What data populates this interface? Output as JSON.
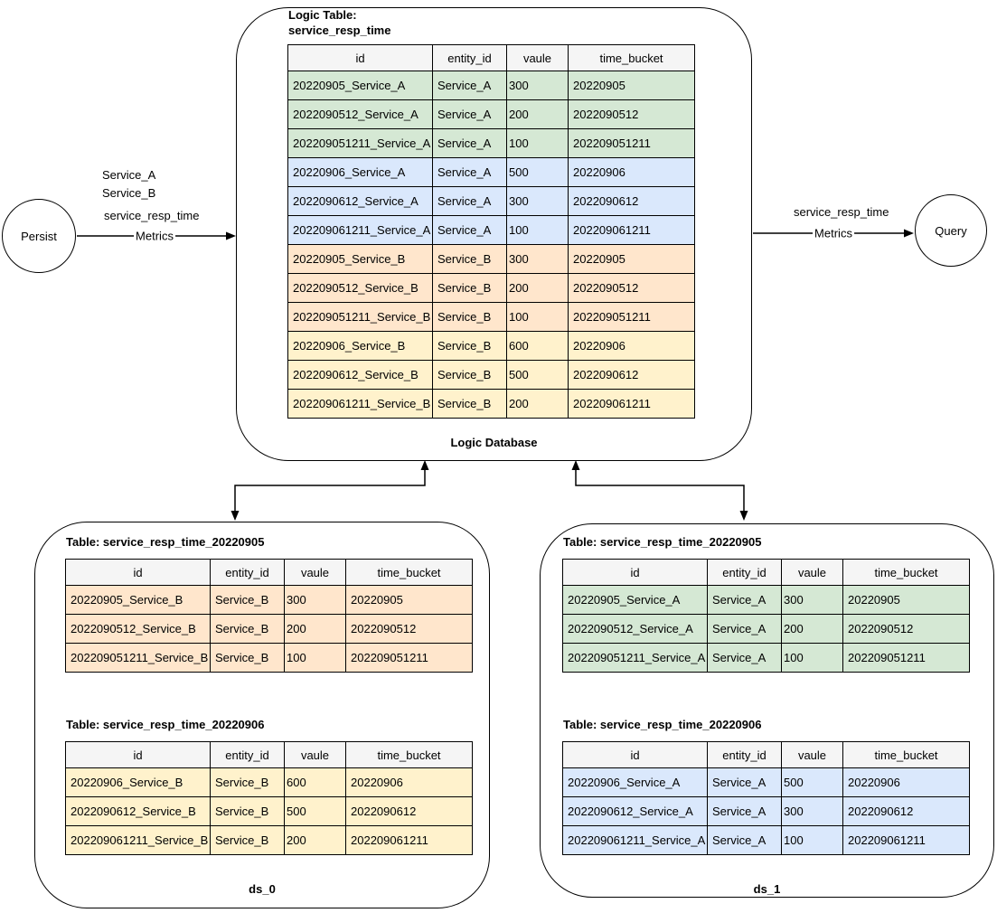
{
  "colors": {
    "green": "#d5e8d4",
    "blue": "#dae8fc",
    "orange": "#ffe6cc",
    "yellow": "#fff2cc",
    "header_bg": "#f5f5f5",
    "border": "#000000",
    "background": "#ffffff"
  },
  "persist": {
    "label": "Persist"
  },
  "query": {
    "label": "Query"
  },
  "left_flow": {
    "services_line1": "Service_A",
    "services_line2": "Service_B",
    "metric_name": "service_resp_time",
    "arrow_label": "Metrics"
  },
  "right_flow": {
    "metric_name": "service_resp_time",
    "arrow_label": "Metrics"
  },
  "logic_db": {
    "heading_line1": "Logic Table:",
    "heading_line2": "service_resp_time",
    "caption": "Logic Database",
    "table": {
      "headers": [
        "id",
        "entity_id",
        "vaule",
        "time_bucket"
      ],
      "rows": [
        {
          "color": "green",
          "cells": [
            "20220905_Service_A",
            "Service_A",
            "300",
            "20220905"
          ]
        },
        {
          "color": "green",
          "cells": [
            "2022090512_Service_A",
            "Service_A",
            "200",
            "2022090512"
          ]
        },
        {
          "color": "green",
          "cells": [
            "202209051211_Service_A",
            "Service_A",
            "100",
            "202209051211"
          ]
        },
        {
          "color": "blue",
          "cells": [
            "20220906_Service_A",
            "Service_A",
            "500",
            "20220906"
          ]
        },
        {
          "color": "blue",
          "cells": [
            "2022090612_Service_A",
            "Service_A",
            "300",
            "2022090612"
          ]
        },
        {
          "color": "blue",
          "cells": [
            "202209061211_Service_A",
            "Service_A",
            "100",
            "202209061211"
          ]
        },
        {
          "color": "orange",
          "cells": [
            "20220905_Service_B",
            "Service_B",
            "300",
            "20220905"
          ]
        },
        {
          "color": "orange",
          "cells": [
            "2022090512_Service_B",
            "Service_B",
            "200",
            "2022090512"
          ]
        },
        {
          "color": "orange",
          "cells": [
            "202209051211_Service_B",
            "Service_B",
            "100",
            "202209051211"
          ]
        },
        {
          "color": "yellow",
          "cells": [
            "20220906_Service_B",
            "Service_B",
            "600",
            "20220906"
          ]
        },
        {
          "color": "yellow",
          "cells": [
            "2022090612_Service_B",
            "Service_B",
            "500",
            "2022090612"
          ]
        },
        {
          "color": "yellow",
          "cells": [
            "202209061211_Service_B",
            "Service_B",
            "200",
            "202209061211"
          ]
        }
      ]
    }
  },
  "ds_0": {
    "caption": "ds_0",
    "tables": [
      {
        "title": "Table: service_resp_time_20220905",
        "headers": [
          "id",
          "entity_id",
          "vaule",
          "time_bucket"
        ],
        "rows": [
          {
            "color": "orange",
            "cells": [
              "20220905_Service_B",
              "Service_B",
              "300",
              "20220905"
            ]
          },
          {
            "color": "orange",
            "cells": [
              "2022090512_Service_B",
              "Service_B",
              "200",
              "2022090512"
            ]
          },
          {
            "color": "orange",
            "cells": [
              "202209051211_Service_B",
              "Service_B",
              "100",
              "202209051211"
            ]
          }
        ]
      },
      {
        "title": "Table: service_resp_time_20220906",
        "headers": [
          "id",
          "entity_id",
          "vaule",
          "time_bucket"
        ],
        "rows": [
          {
            "color": "yellow",
            "cells": [
              "20220906_Service_B",
              "Service_B",
              "600",
              "20220906"
            ]
          },
          {
            "color": "yellow",
            "cells": [
              "2022090612_Service_B",
              "Service_B",
              "500",
              "2022090612"
            ]
          },
          {
            "color": "yellow",
            "cells": [
              "202209061211_Service_B",
              "Service_B",
              "200",
              "202209061211"
            ]
          }
        ]
      }
    ]
  },
  "ds_1": {
    "caption": "ds_1",
    "tables": [
      {
        "title": "Table: service_resp_time_20220905",
        "headers": [
          "id",
          "entity_id",
          "vaule",
          "time_bucket"
        ],
        "rows": [
          {
            "color": "green",
            "cells": [
              "20220905_Service_A",
              "Service_A",
              "300",
              "20220905"
            ]
          },
          {
            "color": "green",
            "cells": [
              "2022090512_Service_A",
              "Service_A",
              "200",
              "2022090512"
            ]
          },
          {
            "color": "green",
            "cells": [
              "202209051211_Service_A",
              "Service_A",
              "100",
              "202209051211"
            ]
          }
        ]
      },
      {
        "title": "Table: service_resp_time_20220906",
        "headers": [
          "id",
          "entity_id",
          "vaule",
          "time_bucket"
        ],
        "rows": [
          {
            "color": "blue",
            "cells": [
              "20220906_Service_A",
              "Service_A",
              "500",
              "20220906"
            ]
          },
          {
            "color": "blue",
            "cells": [
              "2022090612_Service_A",
              "Service_A",
              "300",
              "2022090612"
            ]
          },
          {
            "color": "blue",
            "cells": [
              "202209061211_Service_A",
              "Service_A",
              "100",
              "202209061211"
            ]
          }
        ]
      }
    ]
  }
}
